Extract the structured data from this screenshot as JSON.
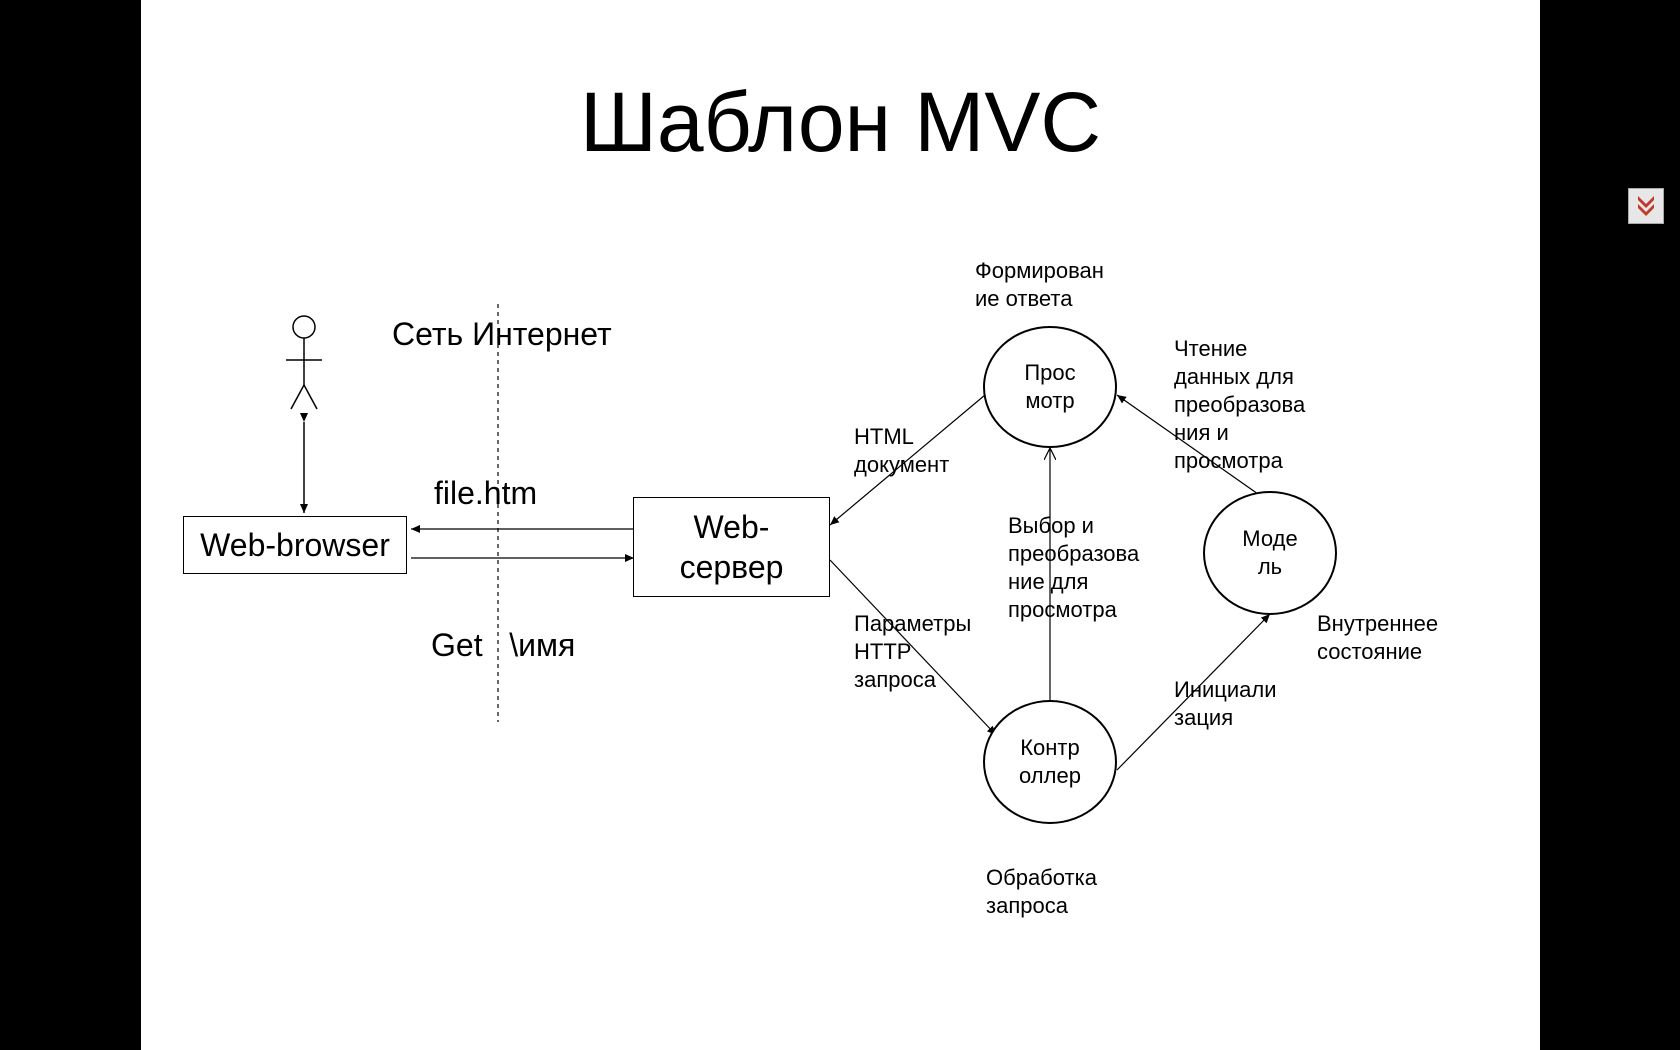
{
  "slide": {
    "title": "Шаблон MVC"
  },
  "diagram": {
    "network_label": "Сеть Интернет",
    "file_label": "file.htm",
    "get_label": "Get   \\имя",
    "browser": "Web-browser",
    "server": "Web-\nсервер",
    "view": "Прос\nмотр",
    "controller": "Контр\nоллер",
    "model": "Моде\nль",
    "view_caption": "Формирован\nие ответа",
    "controller_caption": "Обработка\nзапроса",
    "model_caption": "Внутреннее\nсостояние",
    "html_doc": "HTML\nдокумент",
    "http_params": "Параметры\nHTTP\nзапроса",
    "select_transform": "Выбор и\nпреобразова\nние для\nпросмотра",
    "read_data": "Чтение\nданных для\nпреобразова\nния и\nпросмотра",
    "init": "Инициали\nзация"
  },
  "colors": {
    "background": "#000000",
    "slide": "#ffffff",
    "scroll_arrow": "#c0392b"
  },
  "icons": {
    "scroll": "double-chevron-down-icon",
    "actor": "stick-figure-icon"
  }
}
